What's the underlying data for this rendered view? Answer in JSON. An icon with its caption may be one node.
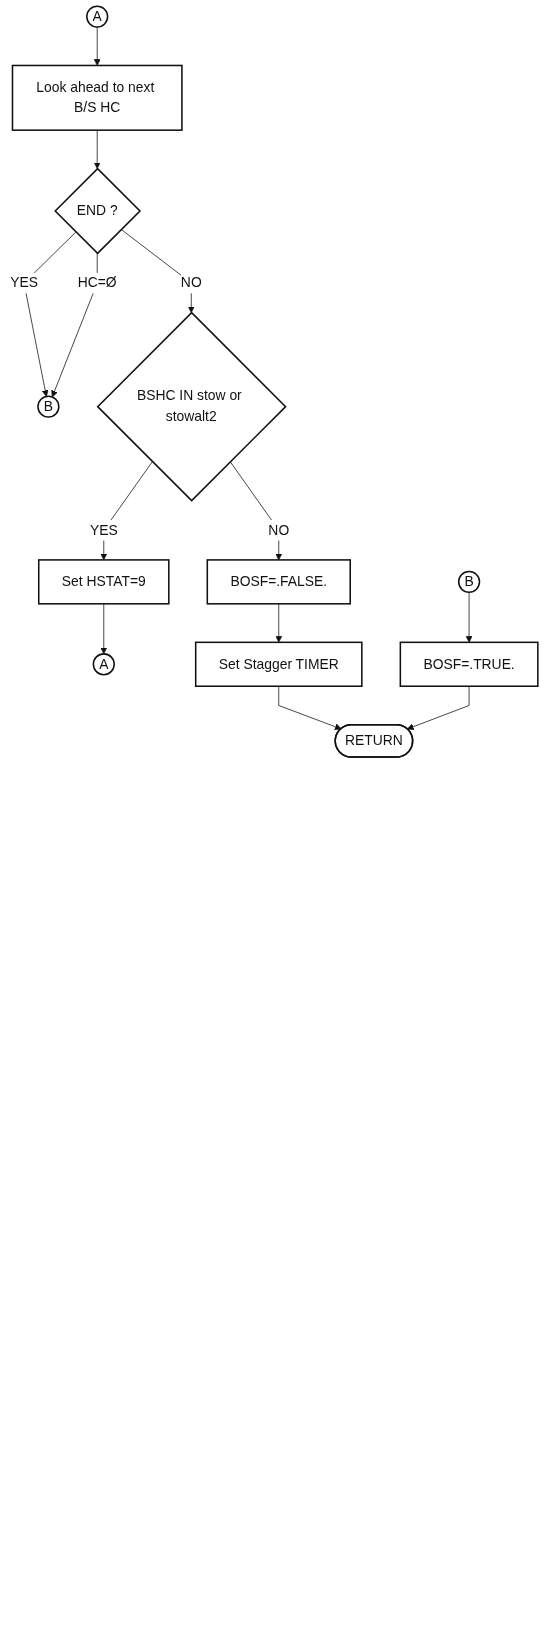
{
  "diagram": {
    "nodes": [
      {
        "text": [
          "A"
        ]
      },
      {
        "text": [
          "Look ahead to next B/S HC"
        ]
      },
      {
        "text": [
          "END ?"
        ]
      },
      {
        "text": [
          "B"
        ]
      },
      {
        "text": [
          "BSHC IN stow or stowalt2"
        ]
      },
      {
        "text": [
          "Set HSTAT=9"
        ]
      },
      {
        "text": [
          "A"
        ]
      },
      {
        "text": [
          "BOSF=.FALSE."
        ]
      },
      {
        "text": [
          "Set Stagger TIMER"
        ]
      },
      {
        "text": [
          "B"
        ]
      },
      {
        "text": [
          "BOSF=.TRUE."
        ]
      },
      {
        "text": [
          "RETURN"
        ]
      }
    ],
    "edges": [
      {
        "from": 0,
        "to": 1,
        "arrow": "to"
      },
      {
        "from": 1,
        "to": 2,
        "arrow": "to"
      },
      {
        "from": 2,
        "to": 3,
        "label": "YES",
        "arrow": "to"
      },
      {
        "from": 2,
        "to": 4,
        "label": "NO",
        "arrow": "to"
      },
      {
        "from": 2,
        "to": 3,
        "label": "HC=Ø",
        "arrow": "to"
      },
      {
        "from": 4,
        "to": 5,
        "label": "YES",
        "arrow": "to"
      },
      {
        "from": 4,
        "to": 7,
        "label": "NO",
        "arrow": "to"
      },
      {
        "from": 5,
        "to": 6,
        "arrow": "to"
      },
      {
        "from": 7,
        "to": 8,
        "arrow": "to"
      },
      {
        "from": 8,
        "to": 11,
        "arrow": "to"
      },
      {
        "from": 9,
        "to": 10,
        "arrow": "to"
      },
      {
        "from": 10,
        "to": 11,
        "arrow": "to"
      }
    ]
  }
}
